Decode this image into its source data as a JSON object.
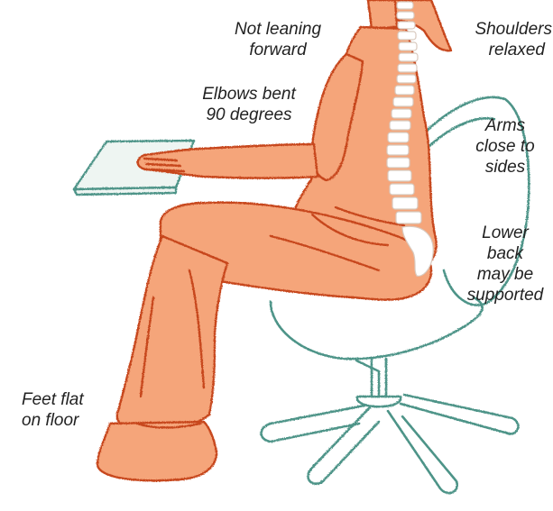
{
  "title": "",
  "colors": {
    "body_fill": "#f5a57a",
    "body_stroke": "#c7461f",
    "chair_stroke": "#4e9488",
    "spine_fill": "#ffffff",
    "spine_stroke": "#d8c9be",
    "text": "#222222"
  },
  "labels": {
    "not_leaning": [
      "Not leaning",
      "forward"
    ],
    "shoulders": [
      "Shoulders",
      "relaxed"
    ],
    "elbows": [
      "Elbows bent",
      "90 degrees"
    ],
    "arms": [
      "Arms",
      "close to",
      "sides"
    ],
    "lower_back": [
      "Lower",
      "back",
      "may be",
      "supported"
    ],
    "feet": [
      "Feet flat",
      "on floor"
    ]
  }
}
